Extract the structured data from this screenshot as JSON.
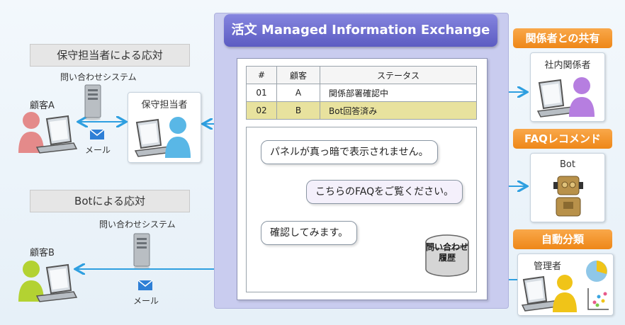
{
  "title": "活文 Managed Information Exchange",
  "left_top": {
    "section_label": "保守担当者による応対",
    "system_label": "問い合わせシステム",
    "customer_label": "顧客A",
    "staff_label": "保守担当者",
    "mail_label": "メール"
  },
  "left_bottom": {
    "section_label": "Botによる応対",
    "system_label": "問い合わせシステム",
    "customer_label": "顧客B",
    "mail_label": "メール"
  },
  "table": {
    "headers": [
      "#",
      "顧客",
      "ステータス"
    ],
    "rows": [
      {
        "num": "01",
        "customer": "A",
        "status": "関係部署確認中"
      },
      {
        "num": "02",
        "customer": "B",
        "status": "Bot回答済み"
      }
    ]
  },
  "chat": {
    "msg1": "パネルが真っ暗で表示されません。",
    "msg2": "こちらのFAQをご覧ください。",
    "msg3": "確認してみます。",
    "history_label": "問い合わせ履歴"
  },
  "right": {
    "share_tag": "関係者との共有",
    "share_label": "社内関係者",
    "faq_tag": "FAQレコメンド",
    "faq_label": "Bot",
    "classify_tag": "自動分類",
    "classify_label": "管理者"
  },
  "colors": {
    "panel_bg": "#c9ccef",
    "title_bg": "#6f6fcf",
    "orange": "#f29a2e",
    "arrow": "#2e9fe0",
    "highlight_row": "#e8e29e"
  }
}
